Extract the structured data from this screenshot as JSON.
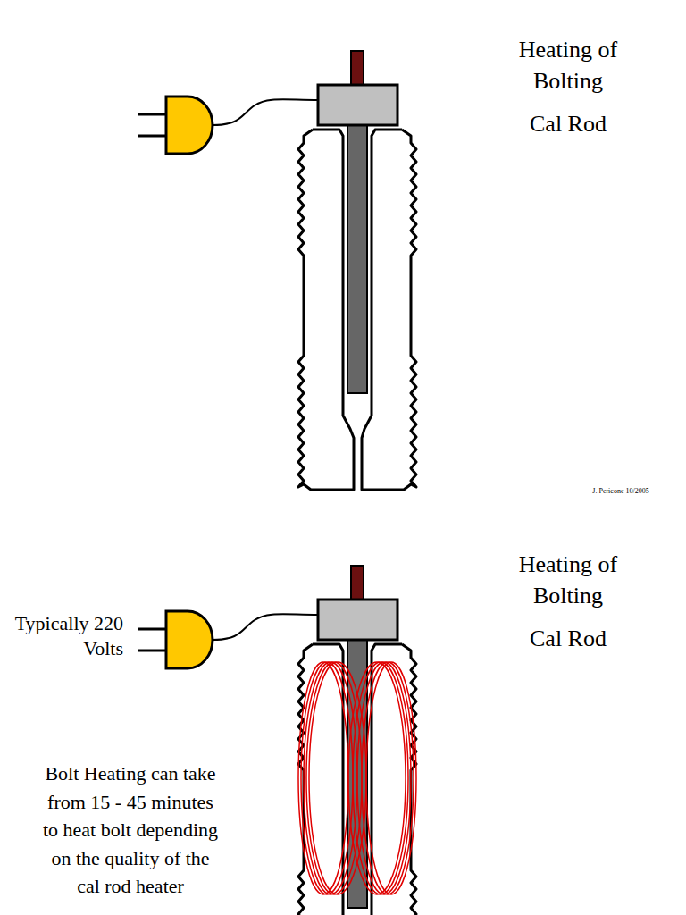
{
  "diagram": {
    "labels": [
      "Heating of Bolting",
      "Cal Rod",
      "J. Pericone 10/2005",
      "Heating of Bolting",
      "Cal Rod",
      "Typically 220 Volts",
      "Bolt Heating can take from 15 - 45 minutes to heat bolt depending on the quality of the cal rod heater"
    ]
  }
}
